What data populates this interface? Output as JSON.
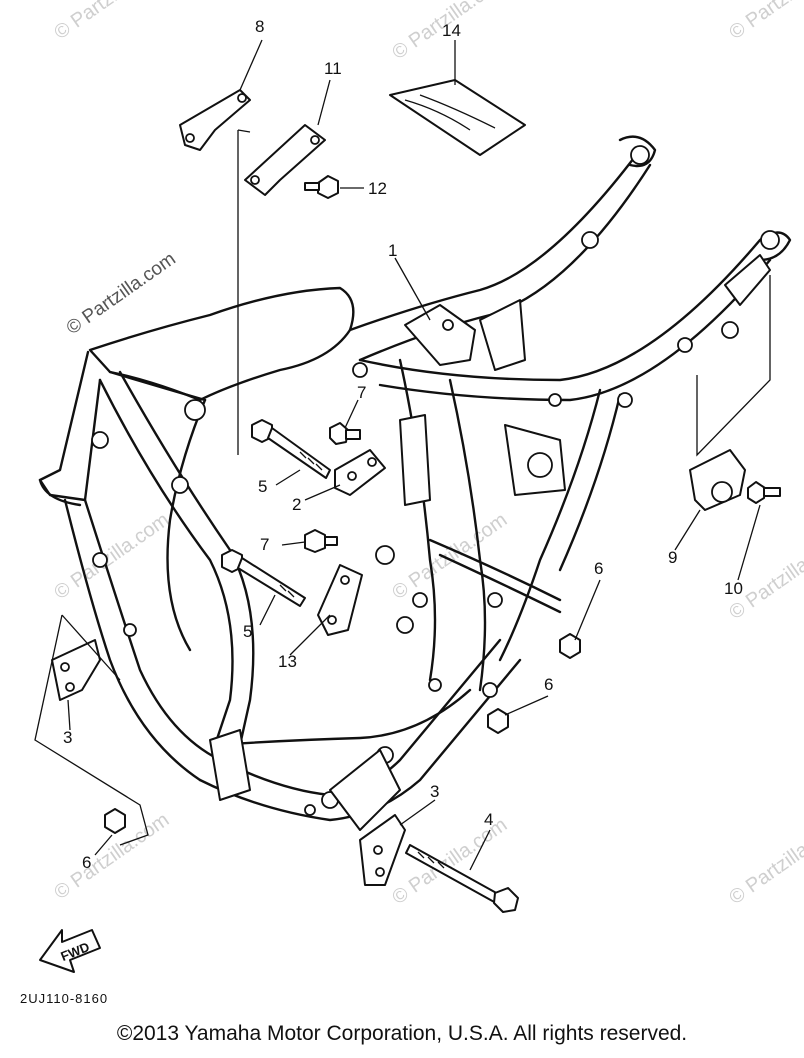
{
  "diagram": {
    "watermark": "© Partzilla.com",
    "callouts": {
      "p1": "1",
      "p2": "2",
      "p3a": "3",
      "p3b": "3",
      "p4": "4",
      "p5a": "5",
      "p5b": "5",
      "p6a": "6",
      "p6b": "6",
      "p6c": "6",
      "p7a": "7",
      "p7b": "7",
      "p8": "8",
      "p9": "9",
      "p10": "10",
      "p11": "11",
      "p12": "12",
      "p13": "13",
      "p14": "14"
    },
    "fwd_label": "FWD",
    "reference_code": "2UJ110-8160"
  },
  "footer": {
    "copyright": "©2013  Yamaha Motor Corporation, U.S.A. All rights reserved."
  }
}
